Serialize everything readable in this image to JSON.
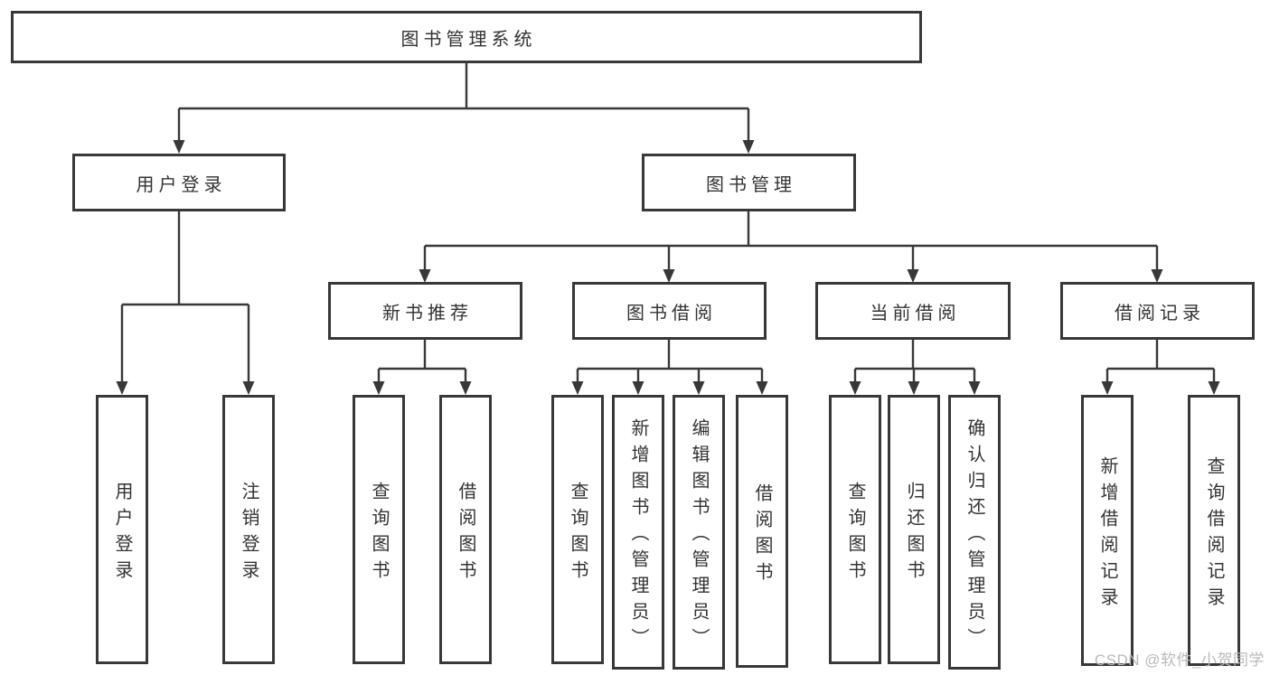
{
  "watermark": "CSDN @软件_小贺同学",
  "tree": {
    "label": "图书管理系统",
    "children": [
      {
        "label": "用户登录",
        "children": [
          {
            "label": "用户登录"
          },
          {
            "label": "注销登录"
          }
        ]
      },
      {
        "label": "图书管理",
        "children": [
          {
            "label": "新书推荐",
            "children": [
              {
                "label": "查询图书"
              },
              {
                "label": "借阅图书"
              }
            ]
          },
          {
            "label": "图书借阅",
            "children": [
              {
                "label": "查询图书"
              },
              {
                "label": "新增图书（管理员）"
              },
              {
                "label": "编辑图书（管理员）"
              },
              {
                "label": "借阅图书"
              }
            ]
          },
          {
            "label": "当前借阅",
            "children": [
              {
                "label": "查询图书"
              },
              {
                "label": "归还图书"
              },
              {
                "label": "确认归还（管理员）"
              }
            ]
          },
          {
            "label": "借阅记录",
            "children": [
              {
                "label": "新增借阅记录"
              },
              {
                "label": "查询借阅记录"
              }
            ]
          }
        ]
      }
    ]
  },
  "style": {
    "line_color": "#383838",
    "box_background": "#ffffff",
    "text_color": "#333333",
    "watermark_color": "#b9b9b9"
  }
}
